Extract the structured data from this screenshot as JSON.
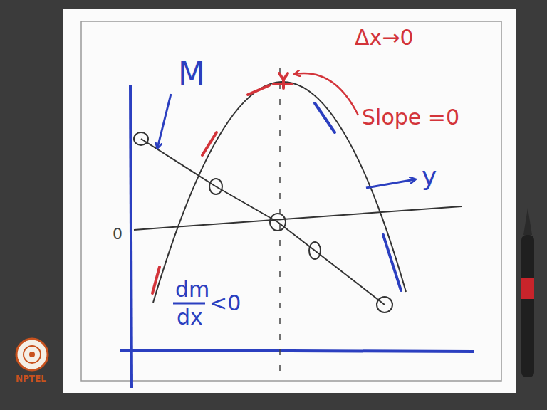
{
  "diagram": {
    "labels": [
      "M",
      "Δx→0",
      "Slope =0",
      "y",
      "0",
      "dm",
      "dx",
      "<0",
      "NPTEL"
    ]
  }
}
